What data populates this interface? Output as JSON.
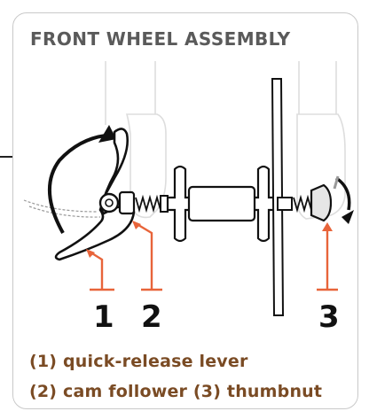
{
  "title": "FRONT WHEEL ASSEMBLY",
  "callouts": [
    {
      "number": "1"
    },
    {
      "number": "2"
    },
    {
      "number": "3"
    }
  ],
  "captions": {
    "line1": "(1) quick-release lever",
    "line2": "(2) cam follower (3) thumbnut"
  },
  "colors": {
    "card_border": "#c9c9c9",
    "title": "#5a5a5a",
    "caption": "#7a4b24",
    "leader": "#e8643a",
    "outline": "#111111",
    "fork_light": "#dddddd"
  }
}
